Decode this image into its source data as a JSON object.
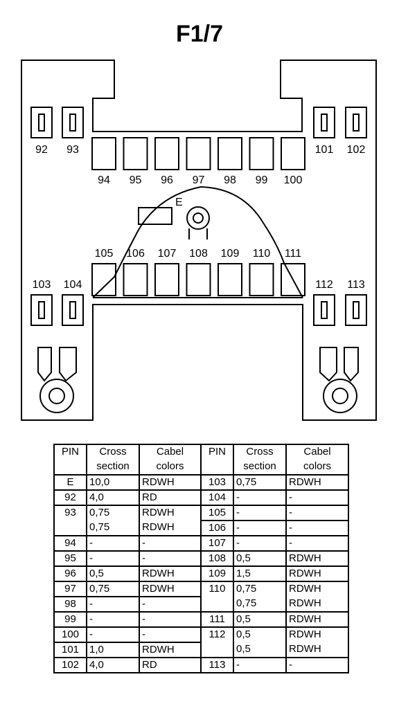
{
  "title": "F1/7",
  "diagram": {
    "ground_label": "E",
    "slot_labels": [
      "92",
      "93",
      "94",
      "95",
      "96",
      "97",
      "98",
      "99",
      "100",
      "101",
      "102",
      "103",
      "104",
      "105",
      "106",
      "107",
      "108",
      "109",
      "110",
      "111",
      "112",
      "113"
    ]
  },
  "table": {
    "headers": {
      "pin": "PIN",
      "cross_1": "Cross",
      "cross_2": "section",
      "color_1": "Cabel",
      "color_2": "colors"
    },
    "left": [
      {
        "pin": "E",
        "cross": "10,0",
        "color": "RDWH"
      },
      {
        "pin": "92",
        "cross": "4,0",
        "color": "RD"
      },
      {
        "pin": "93",
        "cross": "0,75",
        "color": "RDWH",
        "cross2": "0,75",
        "color2": "RDWH"
      },
      {
        "pin": "94",
        "cross": "-",
        "color": "-"
      },
      {
        "pin": "95",
        "cross": "-",
        "color": "-"
      },
      {
        "pin": "96",
        "cross": "0,5",
        "color": "RDWH"
      },
      {
        "pin": "97",
        "cross": "0,75",
        "color": "RDWH"
      },
      {
        "pin": "98",
        "cross": "-",
        "color": "-"
      },
      {
        "pin": "99",
        "cross": "-",
        "color": "-"
      },
      {
        "pin": "100",
        "cross": "-",
        "color": "-"
      },
      {
        "pin": "101",
        "cross": "1,0",
        "color": "RDWH"
      },
      {
        "pin": "102",
        "cross": "4,0",
        "color": "RD"
      }
    ],
    "right": [
      {
        "pin": "103",
        "cross": "0,75",
        "color": "RDWH"
      },
      {
        "pin": "104",
        "cross": "-",
        "color": "-"
      },
      {
        "pin": "105",
        "cross": "-",
        "color": "-"
      },
      {
        "pin": "106",
        "cross": "-",
        "color": "-"
      },
      {
        "pin": "107",
        "cross": "-",
        "color": "-"
      },
      {
        "pin": "108",
        "cross": "0,5",
        "color": "RDWH"
      },
      {
        "pin": "109",
        "cross": "1,5",
        "color": "RDWH"
      },
      {
        "pin": "110",
        "cross": "0,75",
        "color": "RDWH",
        "cross2": "0,75",
        "color2": "RDWH"
      },
      {
        "pin": "111",
        "cross": "0,5",
        "color": "RDWH"
      },
      {
        "pin": "112",
        "cross": "0,5",
        "color": "RDWH",
        "cross2": "0,5",
        "color2": "RDWH"
      },
      {
        "pin": "113",
        "cross": "-",
        "color": "-"
      }
    ]
  }
}
